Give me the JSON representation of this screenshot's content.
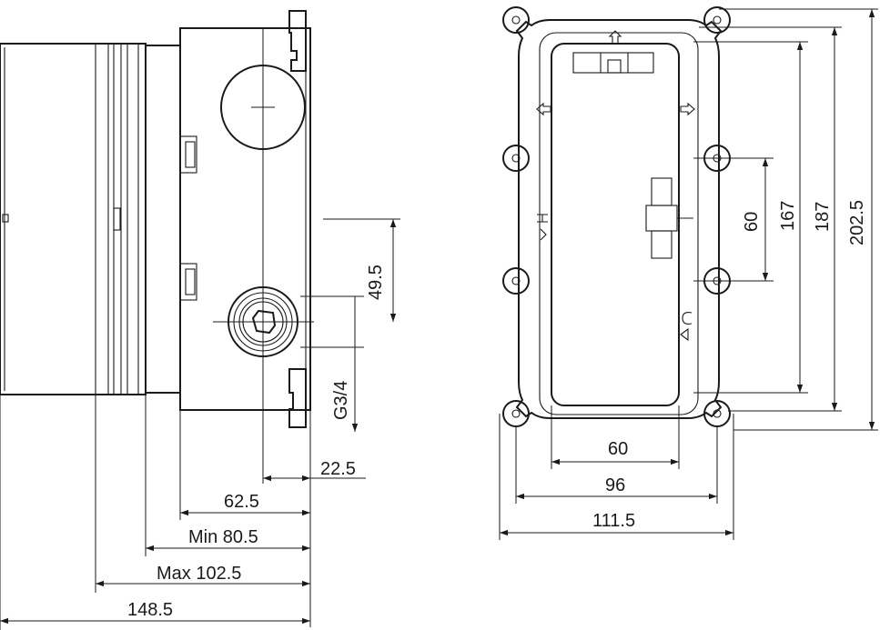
{
  "side_view": {
    "dim_depth_total": "148.5",
    "dim_depth_max": "Max 102.5",
    "dim_depth_min": "Min 80.5",
    "dim_body": "62.5",
    "dim_outlet_offset": "22.5",
    "dim_port_spacing": "49.5",
    "dim_thread": "G3/4"
  },
  "front_view": {
    "dim_inner_width": "60",
    "dim_frame_width": "96",
    "dim_hole_width": "111.5",
    "dim_inner_height": "60",
    "dim_frame_height": "167",
    "dim_hole_height": "187",
    "dim_total_height": "202.5"
  }
}
